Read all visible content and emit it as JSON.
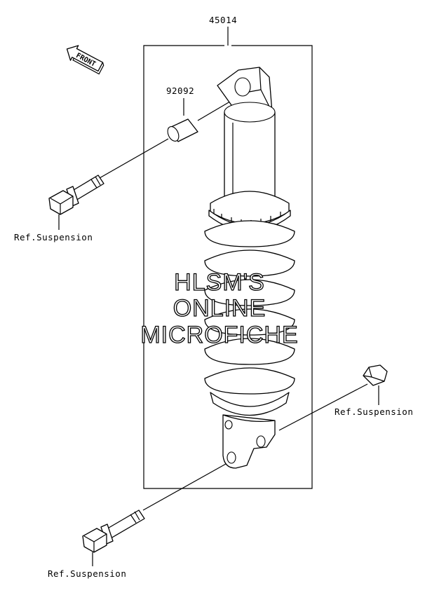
{
  "diagram": {
    "part_numbers": {
      "assembly": "45014",
      "bushing": "92092"
    },
    "references": {
      "upper_bolt": "Ref.Suspension",
      "lower_nut": "Ref.Suspension",
      "lower_bolt": "Ref.Suspension"
    },
    "front_indicator": "FRONT",
    "watermark": {
      "line1": "HLSM'S",
      "line2": "ONLINE",
      "line3": "MICROFICHE"
    }
  }
}
